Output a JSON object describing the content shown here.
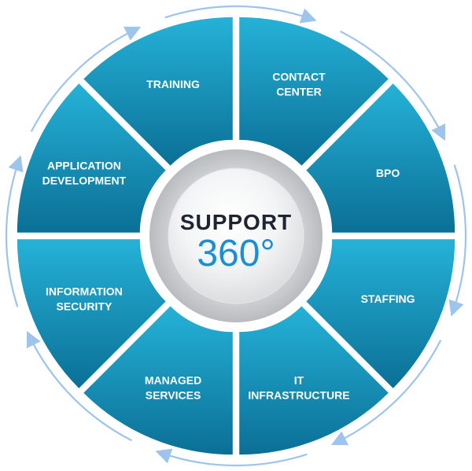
{
  "center": {
    "title": "SUPPORT",
    "subtitle": "360°"
  },
  "segments": [
    {
      "id": "contact-center",
      "lines": [
        "CONTACT",
        "CENTER"
      ]
    },
    {
      "id": "bpo",
      "lines": [
        "BPO"
      ]
    },
    {
      "id": "staffing",
      "lines": [
        "STAFFING"
      ]
    },
    {
      "id": "it-infrastructure",
      "lines": [
        "IT",
        "INFRASTRUCTURE"
      ]
    },
    {
      "id": "managed-services",
      "lines": [
        "MANAGED",
        "SERVICES"
      ]
    },
    {
      "id": "information-security",
      "lines": [
        "INFORMATION",
        "SECURITY"
      ]
    },
    {
      "id": "application-development",
      "lines": [
        "APPLICATION",
        "DEVELOPMENT"
      ]
    },
    {
      "id": "training",
      "lines": [
        "TRAINING"
      ]
    }
  ],
  "colors": {
    "segment_top": "#25b2d8",
    "segment_bottom": "#0b6f95",
    "arrow": "#9cc4ec",
    "center_ring": "#c9cccf",
    "title": "#1f2530",
    "accent": "#1b8fd6"
  }
}
